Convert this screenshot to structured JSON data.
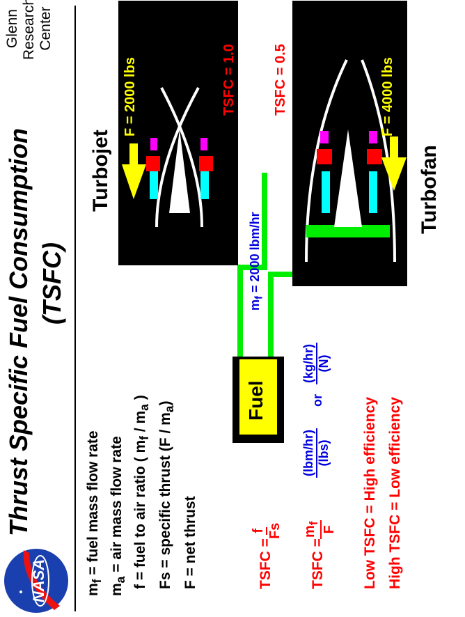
{
  "title": {
    "line1": "Thrust  Specific  Fuel  Consumption",
    "line2": "(TSFC)"
  },
  "center": {
    "line1": "Glenn",
    "line2": "Research",
    "line3": "Center"
  },
  "logo": {
    "text": "NASA"
  },
  "definitions": {
    "mf": {
      "symbol": "m",
      "sub": "f",
      "text": "= fuel mass flow rate"
    },
    "ma": {
      "symbol": "m",
      "sub": "a",
      "text": "= air  mass  flow  rate"
    },
    "f": {
      "text": "f = fuel to air ratio ( m",
      "sub1": "f",
      "mid": " / m",
      "sub2": "a",
      "end": " )"
    },
    "fs": {
      "text": "Fs = specific  thrust   (F / m",
      "sub": "a",
      "end": ")"
    },
    "F": {
      "text": "F  =  net thrust"
    }
  },
  "formulas": {
    "tsfc1": {
      "lhs": "TSFC =",
      "num": "f",
      "den": "Fs"
    },
    "tsfc2": {
      "lhs": "TSFC =",
      "num": "m",
      "num_sub": "f",
      "den": "F"
    },
    "units": {
      "u1_num": "(lbm/hr)",
      "u1_den": "(lbs)",
      "or": "or",
      "u2_num": "(kg/hr)",
      "u2_den": "(N)"
    },
    "low": "Low  TSFC = High efficiency",
    "high": "High TSFC = Low efficiency"
  },
  "fuel": {
    "label": "Fuel",
    "flow": "m",
    "flow_sub": "f",
    "flow_text": "=  2000  lbm/hr"
  },
  "turbojet": {
    "label": "Turbojet",
    "thrust": "F = 2000 lbs",
    "tsfc": "TSFC = 1.0"
  },
  "turbofan": {
    "label": "Turbofan",
    "thrust": "F = 4000 lbs",
    "tsfc": "TSFC = 0.5"
  },
  "colors": {
    "red": "#ff0000",
    "blue": "#0000dd",
    "yellow": "#ffff00",
    "green": "#00ee00",
    "cyan": "#00ffff",
    "magenta": "#ff00ff",
    "logo_blue": "#1a3fae"
  }
}
